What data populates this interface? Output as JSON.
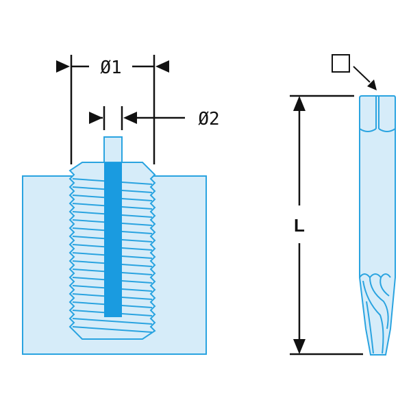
{
  "labels": {
    "diameter_1": "Ø1",
    "diameter_2": "Ø2",
    "length": "L"
  },
  "colors": {
    "outline": "#29a3e0",
    "fill_light": "#d6ecf9",
    "pin_dark": "#1a9be0",
    "dimension": "#111111"
  }
}
